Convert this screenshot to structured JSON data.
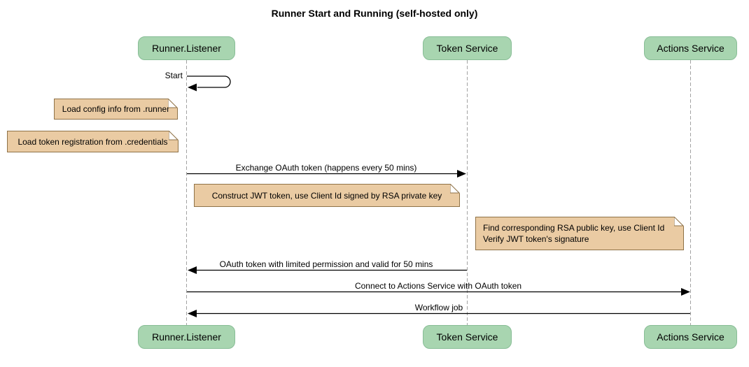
{
  "diagram": {
    "title": "Runner Start and Running (self-hosted only)"
  },
  "actors": [
    {
      "name": "Runner.Listener"
    },
    {
      "name": "Token Service"
    },
    {
      "name": "Actions Service"
    }
  ],
  "messages": {
    "start": {
      "label": "Start"
    },
    "exchange": {
      "label": "Exchange OAuth token (happens every 50 mins)"
    },
    "oauth_return": {
      "label": "OAuth token with limited permission and valid for 50 mins"
    },
    "connect": {
      "label": "Connect to Actions Service with OAuth token"
    },
    "workflow": {
      "label": "Workflow job"
    }
  },
  "notes": {
    "config": {
      "text": "Load config info from .runner"
    },
    "credentials": {
      "text": "Load token registration from .credentials"
    },
    "jwt": {
      "text": "Construct JWT token, use Client Id signed by RSA private key"
    },
    "verify": {
      "line1": "Find corresponding RSA public key, use Client Id",
      "line2": "Verify JWT token's signature"
    }
  },
  "colors": {
    "actor_fill": "#a8d5b0",
    "actor_border": "#88bd96",
    "note_fill": "#eacba3",
    "note_border": "#8f7247",
    "lifeline": "#a3a3a3",
    "arrow": "#000000"
  }
}
